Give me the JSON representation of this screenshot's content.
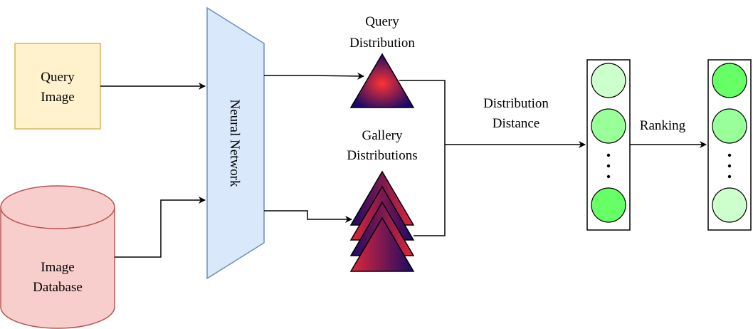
{
  "query_image": {
    "line1": "Query",
    "line2": "Image"
  },
  "image_database": {
    "line1": "Image",
    "line2": "Database"
  },
  "neural_network": {
    "label": "Neural Network"
  },
  "query_distribution": {
    "line1": "Query",
    "line2": "Distribution"
  },
  "gallery_distributions": {
    "line1": "Gallery",
    "line2": "Distributions"
  },
  "distribution_distance": {
    "line1": "Distribution",
    "line2": "Distance"
  },
  "ranking": {
    "label": "Ranking"
  },
  "colors": {
    "query_box_fill": "#fff2cc",
    "query_box_stroke": "#d6b656",
    "database_fill": "#f8cecc",
    "database_stroke": "#b85450",
    "network_fill": "#dae8fc",
    "network_stroke": "#6c8ebf",
    "circle_light": "#ccffcc",
    "circle_mid": "#99ff99",
    "circle_bright": "#66ff66",
    "circle_stroke": "#000000"
  }
}
